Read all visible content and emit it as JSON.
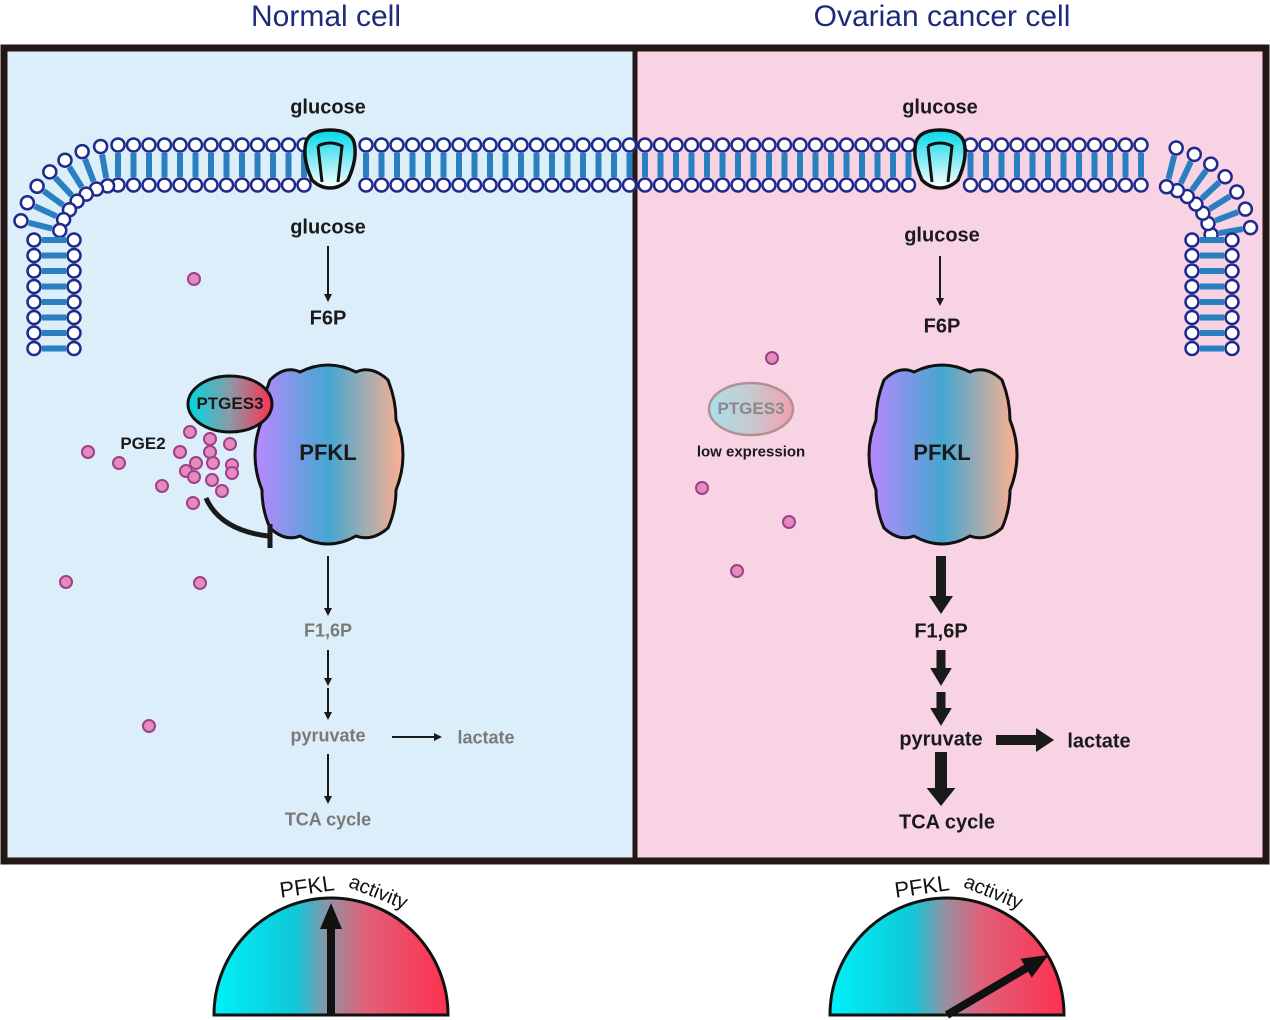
{
  "panels": {
    "normal": {
      "title": "Normal cell",
      "background": "#dceefa",
      "glucose_out": "glucose",
      "glucose_in": "glucose",
      "f6p": "F6P",
      "enzyme": "PFKL",
      "regulator": "PTGES3",
      "ligand": "PGE2",
      "f16p": "F1,6P",
      "pyruvate": "pyruvate",
      "lactate": "lactate",
      "tca": "TCA cycle",
      "downstream_color": "#7a7a7a",
      "gauge": {
        "label_1": "PFKL",
        "label_2": "activity",
        "activity_fraction": 0.5
      }
    },
    "cancer": {
      "title": "Ovarian cancer cell",
      "background": "#f7d3e4",
      "glucose_out": "glucose",
      "glucose_in": "glucose",
      "f6p": "F6P",
      "enzyme": "PFKL",
      "regulator": "PTGES3",
      "regulator_note": "low expression",
      "f16p": "F1,6P",
      "pyruvate": "pyruvate",
      "lactate": "lactate",
      "tca": "TCA cycle",
      "downstream_color": "#1a1a1a",
      "gauge": {
        "label_1": "PFKL",
        "label_2": "activity",
        "activity_fraction": 0.83
      }
    }
  },
  "colors": {
    "title": "#1f2a7c",
    "border": "#231815",
    "lipid_head": "#1f2a8c",
    "lipid_tail": "#2a7fc0",
    "ligand_fill": "#e48bbd",
    "ligand_stroke": "#a0408a",
    "gauge_left": "#00e8f0",
    "gauge_right": "#ff3a5a"
  }
}
